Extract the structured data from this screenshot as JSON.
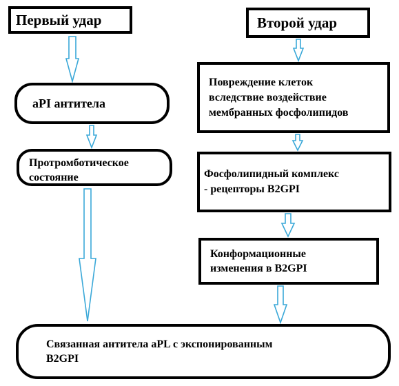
{
  "diagram": {
    "nodes": {
      "first_hit": "Первый удар",
      "second_hit": "Второй удар",
      "api_antibodies": "aPI антитела",
      "prothrombotic_line1": "Протромботическое",
      "prothrombotic_line2": "состояние",
      "cell_damage_line1": "Повреждение клеток",
      "cell_damage_line2": "вследствие воздействие",
      "cell_damage_line3": "мембранных фосфолипидов",
      "complex_line1": "Фосфолипидный комплекс",
      "complex_line2": "- рецепторы B2GPI",
      "conform_line1": "Конформационные",
      "conform_line2": "изменения в B2GPI",
      "bound_line1": "Связанная антитела aPL с экспонированным",
      "bound_line2": "B2GPI"
    },
    "edges": [
      {
        "from": "first_hit",
        "to": "api_antibodies"
      },
      {
        "from": "api_antibodies",
        "to": "prothrombotic"
      },
      {
        "from": "prothrombotic",
        "to": "bound"
      },
      {
        "from": "second_hit",
        "to": "cell_damage"
      },
      {
        "from": "cell_damage",
        "to": "complex"
      },
      {
        "from": "complex",
        "to": "conform"
      },
      {
        "from": "conform",
        "to": "bound"
      }
    ],
    "colors": {
      "arrow_stroke": "#3aa8d8",
      "box_border": "#000000",
      "background": "#ffffff"
    }
  }
}
